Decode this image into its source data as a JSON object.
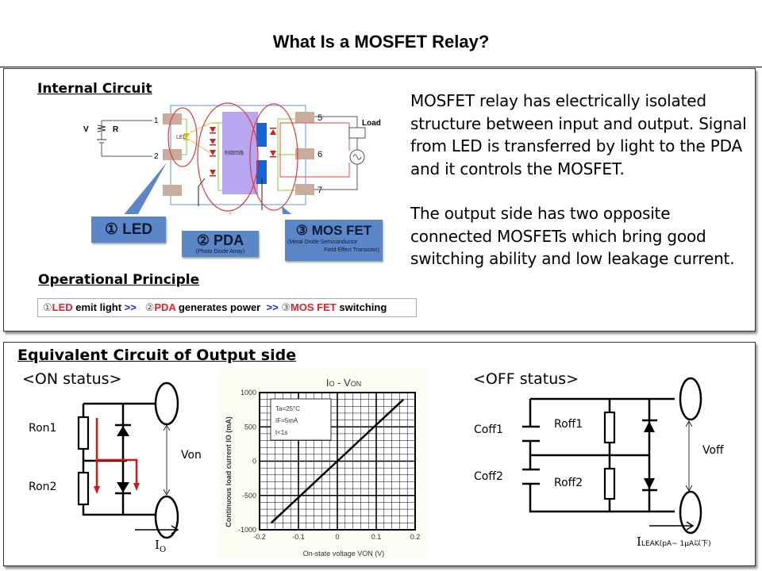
{
  "page_title": "What Is a MOSFET Relay?",
  "top_panel": {
    "internal_circuit_heading": "Internal Circuit",
    "diagram": {
      "source_label_v": "V",
      "source_label_r": "R",
      "pin_labels": [
        "1",
        "2",
        "5",
        "6",
        "7"
      ],
      "led_label": "LED",
      "control_block_label": "制御回路",
      "load_label": "Load"
    },
    "callouts": {
      "led": "① LED",
      "pda": "② PDA",
      "pda_sub": "(Photo Diode Array)",
      "mosfet": "③ MOS FET",
      "mosfet_sub_1": "(Metal Oxide Semiconductor",
      "mosfet_sub_2": "Field Effect Transistor)"
    },
    "operational_heading": "Operational Principle",
    "operational_steps": [
      {
        "num": "①",
        "key": "LED",
        "text": " emit light "
      },
      {
        "sep": ">>"
      },
      {
        "num": "②",
        "key": "PDA",
        "text": " generates power "
      },
      {
        "sep": ">>"
      },
      {
        "num": "③",
        "key": "MOS FET",
        "text": " switching"
      }
    ],
    "description": [
      "MOSFET relay has electrically isolated structure between input and output. Signal from LED is transferred by light to the PDA and it controls the MOSFET.",
      "The output side has two opposite connected MOSFETs which bring good switching ability and low leakage current."
    ],
    "colors": {
      "callout": "#5b87c9",
      "highlight_red": "#e0202a",
      "separator_blue": "#1a2ad0",
      "control_block": "#b9a6f0",
      "mosfet_block": "#1565d8",
      "pad": "#c8ad9e"
    }
  },
  "bottom_panel": {
    "heading": "Equivalent Circuit of Output side",
    "on_status": {
      "label": "<ON status>",
      "r1": "Ron1",
      "r2": "Ron2",
      "voltage": "Von",
      "current": "I",
      "current_sub": "O"
    },
    "off_status": {
      "label": "<OFF status>",
      "c1": "Coff1",
      "c2": "Coff2",
      "r1": "Roff1",
      "r2": "Roff2",
      "voltage": "Voff",
      "current": "I",
      "current_sub": "LEAK",
      "current_note": "(pA~ 1μA以下)"
    }
  },
  "chart_data": {
    "type": "line",
    "title": "Io - Von",
    "title_main_1": "I",
    "title_sub_1": "O",
    "title_mid": " - V",
    "title_sub_2": "ON",
    "xlabel": "On-state voltage VON (V)",
    "ylabel": "Continuous load current IO (mA)",
    "xlim": [
      -0.2,
      0.2
    ],
    "ylim": [
      -1000,
      1000
    ],
    "x_ticks": [
      "-0.2",
      "-0.1",
      "0",
      "0.1",
      "0.2"
    ],
    "y_ticks": [
      "1000",
      "500",
      "0",
      "-500",
      "-1000"
    ],
    "grid": true,
    "legend_box": [
      "Ta=25°C",
      "IF=5mA",
      "t<1s"
    ],
    "legend_placement": "top-left",
    "series": [
      {
        "name": "IO",
        "x": [
          -0.17,
          0,
          0.17
        ],
        "y": [
          -900,
          0,
          900
        ]
      }
    ]
  }
}
